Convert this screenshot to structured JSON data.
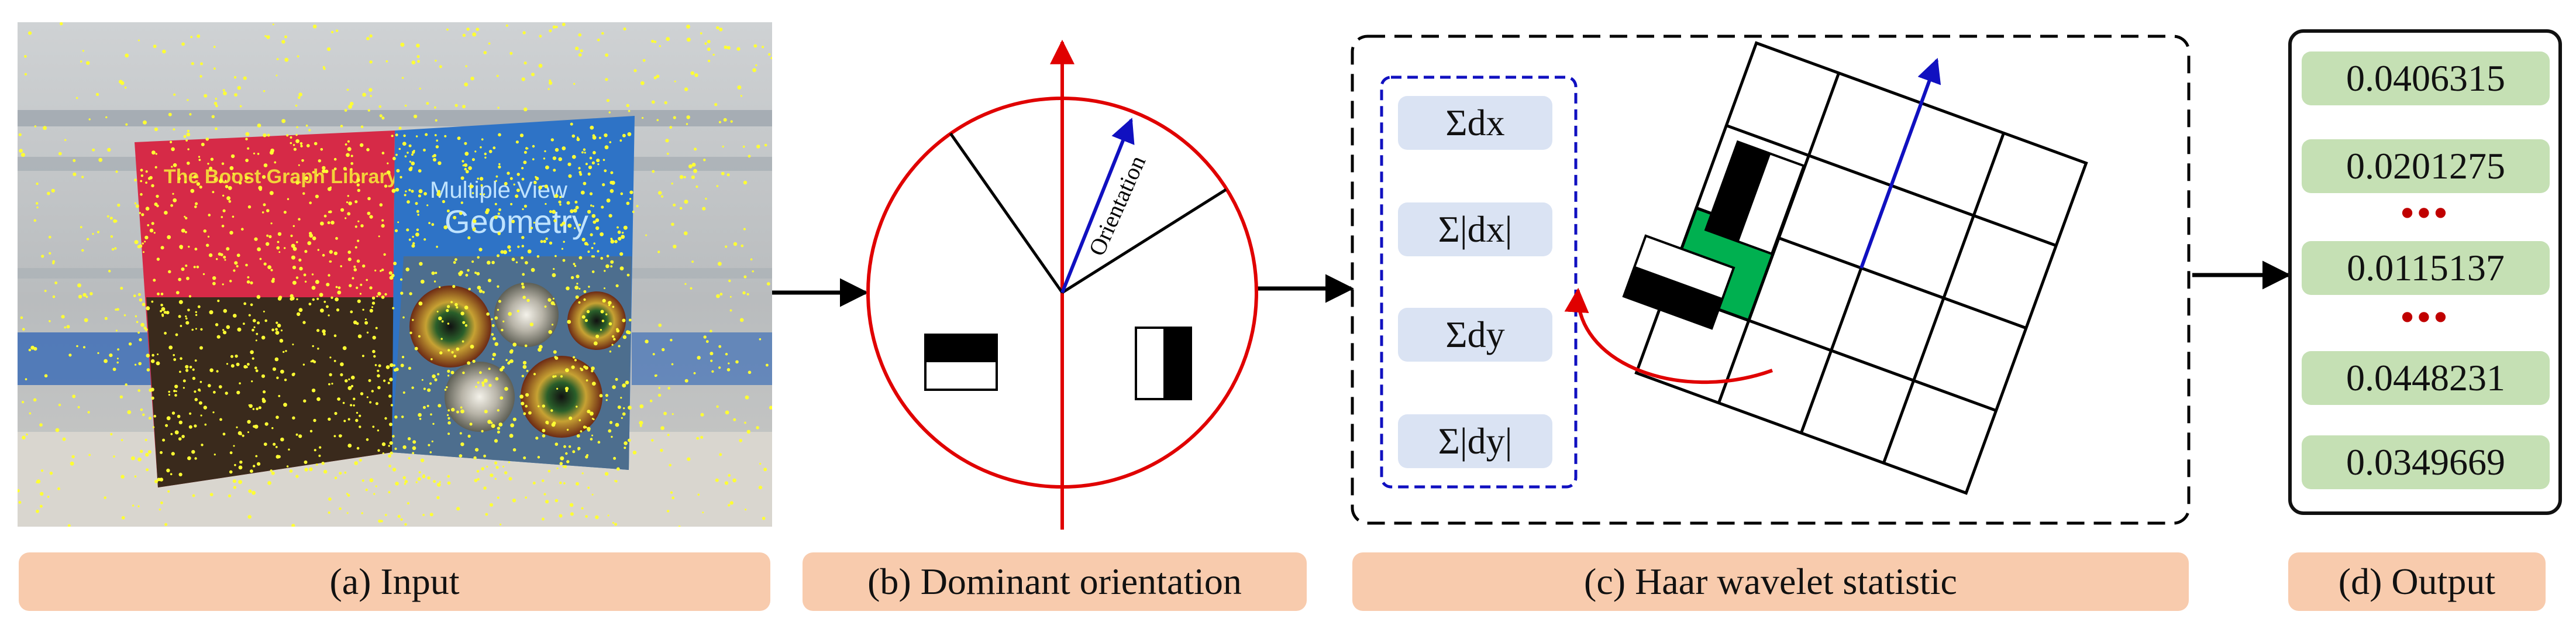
{
  "captions": {
    "input": "(a) Input",
    "orientation": "(b) Dominant orientation",
    "haar": "(c) Haar wavelet statistic",
    "output": "(d) Output"
  },
  "orientation_panel": {
    "arrow_label": "Orientation",
    "axis_color": "#e00000",
    "arrow_color": "#1010c0"
  },
  "haar_panel": {
    "sums": [
      "Σdx",
      "Σ|dx|",
      "Σdy",
      "Σ|dy|"
    ],
    "highlight_cell_color": "#00b050"
  },
  "output_panel": {
    "values": [
      "0.0406315",
      "0.0201275",
      "0.0115137",
      "0.0448231",
      "0.0349669"
    ],
    "ellipsis": "•••"
  },
  "input_photo": {
    "left_book_lines": [
      "The Boost Graph Library"
    ],
    "right_book_lines": [
      "Multiple View",
      "Geometry"
    ],
    "feature_point_color": "#ffff33"
  }
}
